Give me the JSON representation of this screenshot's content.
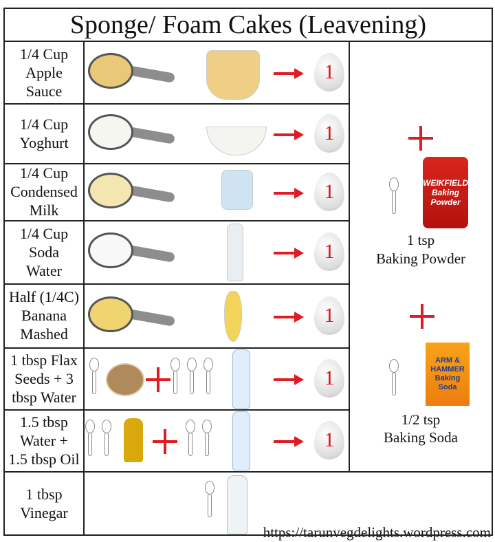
{
  "title": "Sponge/ Foam Cakes (Leavening)",
  "rows": [
    {
      "label": [
        "1/4 Cup",
        "Apple",
        "Sauce"
      ],
      "pictures": [
        "measuring-cup-apple-sauce",
        "apple-sauce-cup"
      ],
      "egg_count": "1",
      "cup_color": "#e9c878"
    },
    {
      "label": [
        "1/4 Cup",
        "Yoghurt"
      ],
      "pictures": [
        "measuring-cup-yoghurt",
        "yoghurt-bowl"
      ],
      "egg_count": "1",
      "cup_color": "#f6f6f0"
    },
    {
      "label": [
        "1/4 Cup",
        "Condensed",
        "Milk"
      ],
      "pictures": [
        "measuring-cup-condensed-milk",
        "condensed-milk-can"
      ],
      "egg_count": "1",
      "cup_color": "#f4e6b0"
    },
    {
      "label": [
        "1/4 Cup",
        "Soda",
        "Water"
      ],
      "pictures": [
        "measuring-cup-soda-water",
        "soda-water-bottle"
      ],
      "egg_count": "1",
      "cup_color": "#f8f8f8"
    },
    {
      "label": [
        "Half (1/4C)",
        "Banana",
        "Mashed"
      ],
      "pictures": [
        "measuring-cup-banana",
        "banana"
      ],
      "egg_count": "1",
      "cup_color": "#efd470"
    },
    {
      "label": [
        "1 tbsp Flax",
        "Seeds + 3",
        "tbsp Water"
      ],
      "pictures": [
        "tablespoon-flax-seeds",
        "flax-seeds-bowl",
        "plus",
        "three-tablespoons-water",
        "water-bottle"
      ],
      "egg_count": "1"
    },
    {
      "label": [
        "1.5 tbsp",
        "Water +",
        "1.5 tbsp Oil"
      ],
      "pictures": [
        "tablespoons-oil",
        "oil-bottle",
        "plus",
        "tablespoons-water",
        "water-bottle"
      ],
      "egg_count": "1"
    },
    {
      "label": [
        "1 tbsp",
        "Vinegar"
      ],
      "pictures": [
        "tablespoon",
        "vinegar-bottle"
      ]
    }
  ],
  "right": {
    "powder_qty": "1 tsp",
    "powder_name": "Baking Powder",
    "powder_product": "WEIKFIELD Baking Powder",
    "soda_qty": "1/2 tsp",
    "soda_name": "Baking Soda",
    "soda_product": "ARM & HAMMER Baking Soda"
  },
  "footer": "https://tarunvegdelights.wordpress.com",
  "colors": {
    "accent_red": "#e01b24",
    "grid": "#222222"
  }
}
